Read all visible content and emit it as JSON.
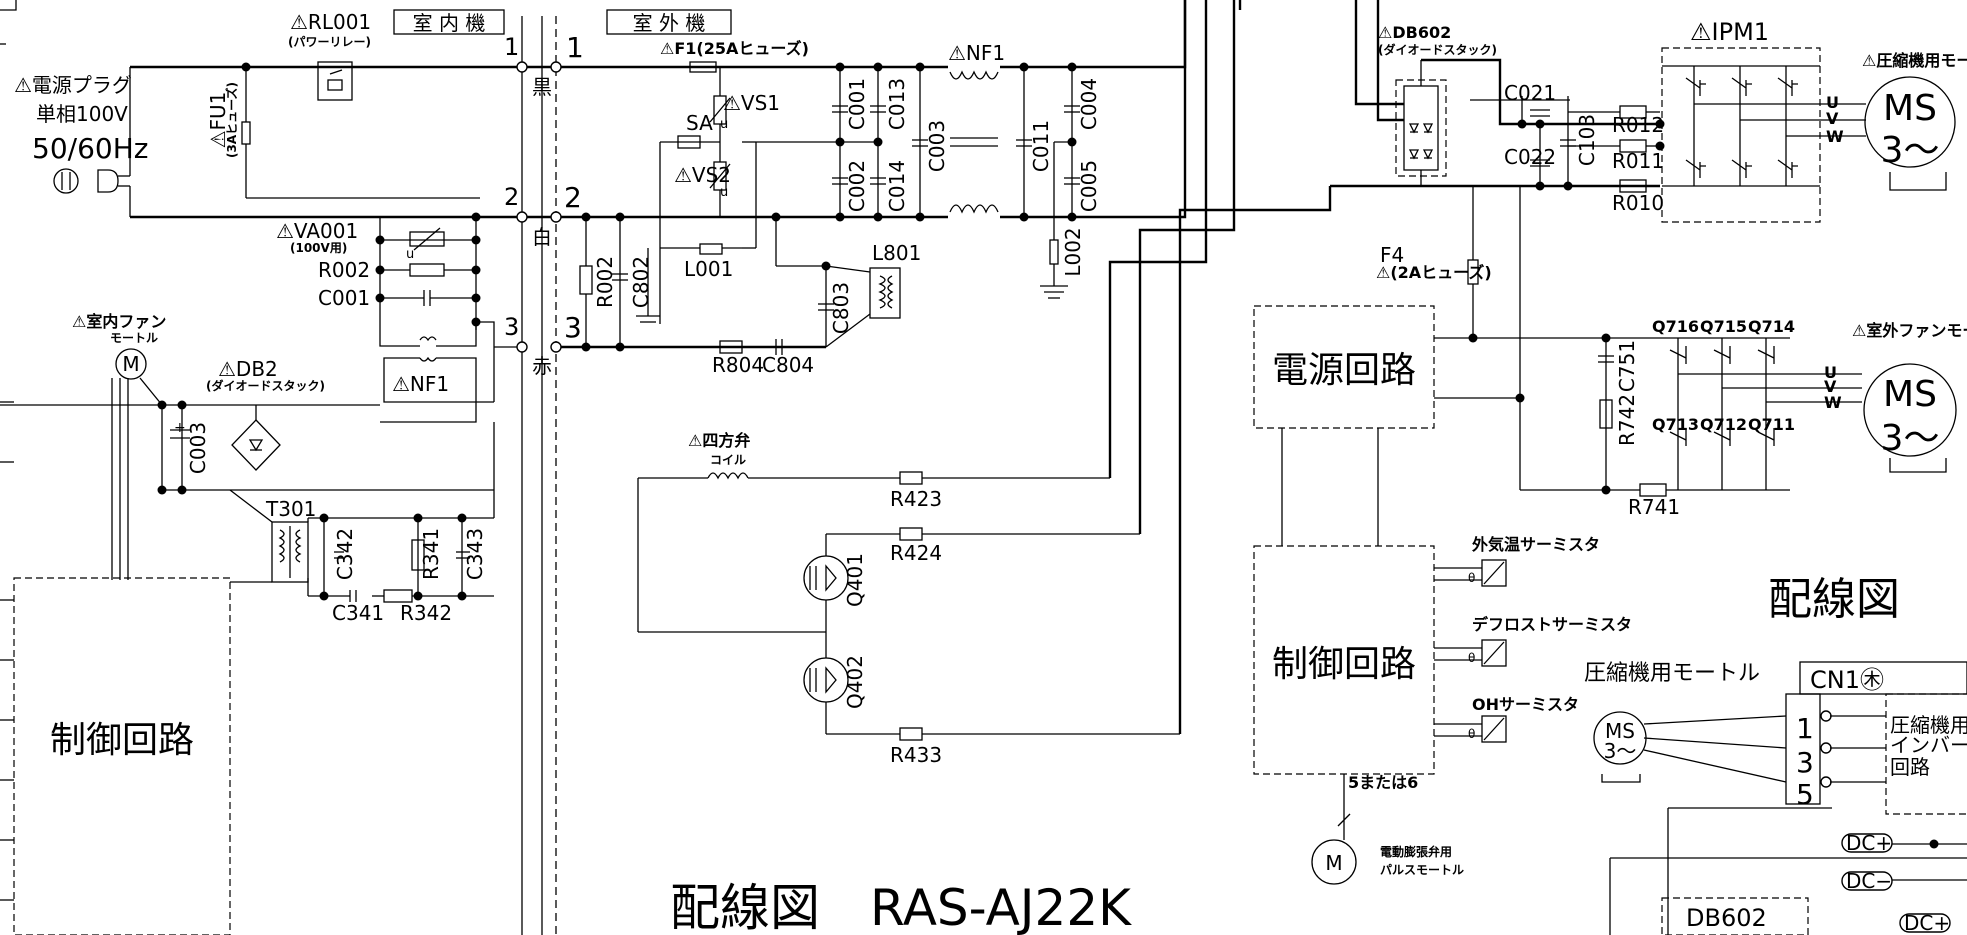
{
  "diagram": {
    "title": "配線図　RAS-AJ22K",
    "wiring_title_right": "配線図",
    "indoor": {
      "plug": "⚠電源プラグ",
      "phase": "単相100V",
      "freq": "50/60Hz",
      "rl001": "⚠RL001",
      "rl001_sub": "(パワーリレー)",
      "indoor_unit": "室 内 機",
      "fu1": "⚠FU1",
      "fu1_sub": "(3Aヒューズ)",
      "va001": "⚠VA001",
      "va001_sub": "(100V用)",
      "r002": "R002",
      "c001": "C001",
      "fan_motor": "⚠室内ファン",
      "fan_motor_sub": "モートル",
      "motor_m": "M",
      "db2": "⚠DB2",
      "db2_sub": "(ダイオードスタック)",
      "nf1": "⚠NF1",
      "c003": "C003",
      "t301": "T301",
      "c342": "C342",
      "r341": "R341",
      "c343": "C343",
      "c341": "C341",
      "r342": "R342",
      "control": "制御回路"
    },
    "terminals": {
      "n1": "1",
      "n2": "2",
      "n3": "3",
      "black": "黒",
      "white": "白",
      "red": "赤"
    },
    "outdoor": {
      "outdoor_unit": "室 外 機",
      "f1": "⚠F1(25Aヒューズ)",
      "vs1": "⚠VS1",
      "vs2": "⚠VS2",
      "sa": "SA",
      "u": "u",
      "nf1": "⚠NF1",
      "c001": "C001",
      "c013": "C013",
      "c002": "C002",
      "c014": "C014",
      "c003": "C003",
      "c011": "C011",
      "c004": "C004",
      "c005": "C005",
      "l002": "L002",
      "r002": "R002",
      "c802": "C802",
      "l001": "L001",
      "l801": "L801",
      "c803": "C803",
      "r804": "R804",
      "c804": "C804",
      "valve": "⚠四方弁",
      "valve_sub": "コイル",
      "r423": "R423",
      "r424": "R424",
      "r433": "R433",
      "q401": "Q401",
      "q402": "Q402",
      "db602": "⚠DB602",
      "db602_sub": "(ダイオードスタック)",
      "c021": "C021",
      "c022": "C022",
      "c103": "C103",
      "r012": "R012",
      "r011": "R011",
      "r010": "R010",
      "ipm1": "⚠IPM1",
      "comp_motor_top": "⚠圧縮機用モートル",
      "ms": "MS",
      "tilde": "3～",
      "u_ph": "U",
      "v_ph": "V",
      "w_ph": "W",
      "f4": "F4",
      "f4_sub": "⚠(2Aヒューズ)",
      "power": "電源回路",
      "control": "制御回路",
      "q716": "Q716",
      "q715": "Q715",
      "q714": "Q714",
      "q713": "Q713",
      "q712": "Q712",
      "q711": "Q711",
      "c751": "C751",
      "r742": "R742",
      "r741": "R741",
      "fan_motor_out": "⚠室外ファンモートル",
      "th_outside": "外気温サーミスタ",
      "th_defrost": "デフロストサーミスタ",
      "th_oh": "OHサーミスタ",
      "five_or_six": "5または6",
      "expansion": "電動膨張弁用",
      "expansion_sub": "パルスモートル",
      "comp_motor_label": "圧縮機用モートル",
      "cn1": "CN1㊍",
      "pin1": "1",
      "pin3": "3",
      "pin5": "5",
      "inverter1": "圧縮機用",
      "inverter2": "インバー",
      "inverter3": "回路",
      "dcp": "DC+",
      "dcm": "DC−",
      "db602_box": "DB602",
      "dcp2": "DC+"
    }
  }
}
